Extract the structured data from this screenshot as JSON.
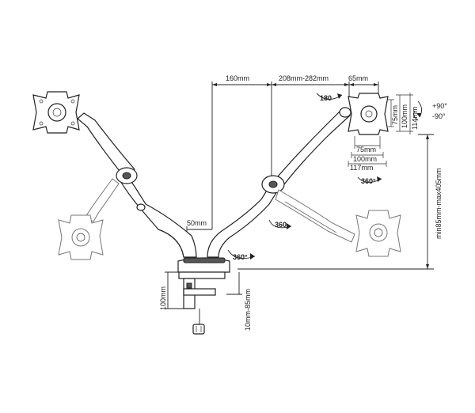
{
  "dimensions": {
    "reach_a": "160mm",
    "reach_b": "208mm-282mm",
    "vesa_offset": "65mm",
    "column_width": "50mm",
    "clamp_height": "100mm",
    "desk_thickness": "10mm-85mm",
    "height_range": "min85mm-max405mm",
    "vesa_75": "75mm",
    "vesa_100": "100mm",
    "vesa_114": "114mm",
    "vesa_117": "117mm",
    "vesa_75_h": "75mm",
    "vesa_100_h": "100mm"
  },
  "rotations": {
    "swivel_head": "180",
    "tilt_up": "+90°",
    "tilt_down": "-90°",
    "rotate_head": "360°",
    "rotate_arm": "360",
    "rotate_base": "360°"
  }
}
